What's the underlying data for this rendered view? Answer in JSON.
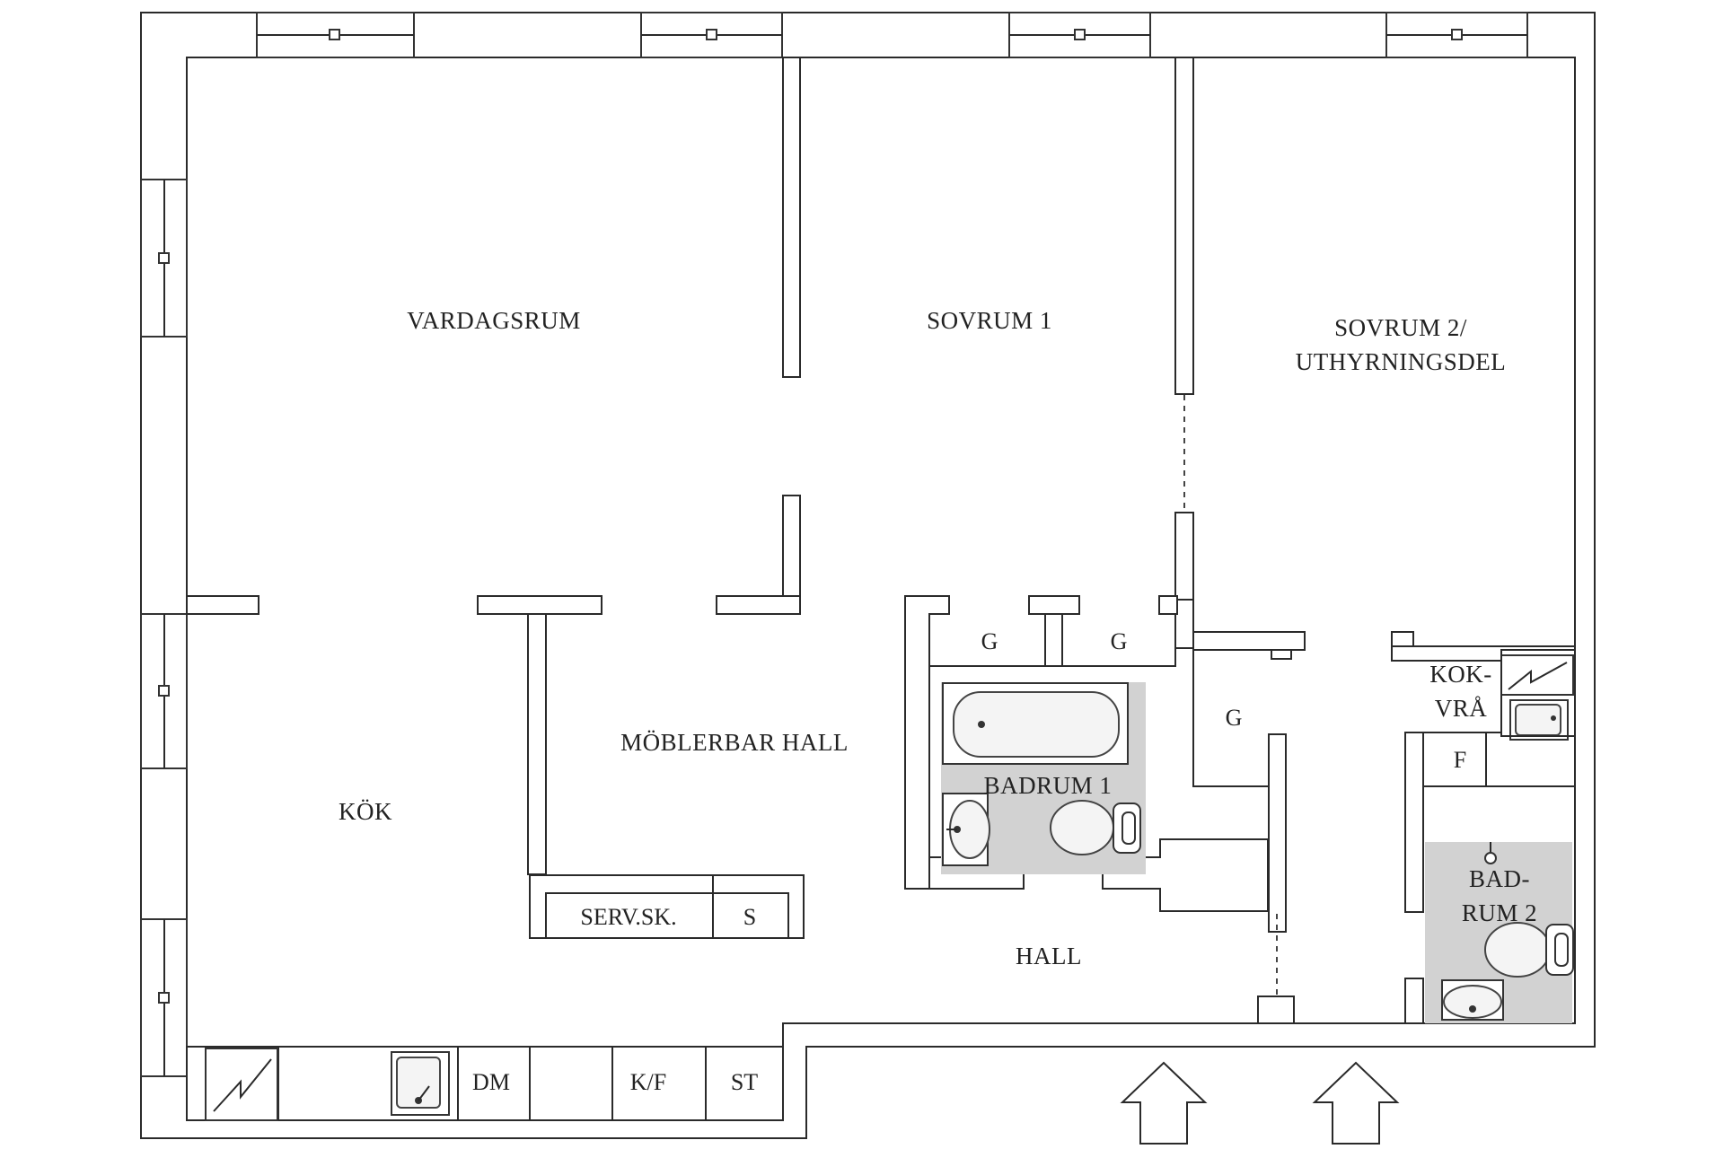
{
  "rooms": {
    "vardagsrum": "VARDAGSRUM",
    "sovrum1": "SOVRUM 1",
    "sovrum2_line1": "SOVRUM 2/",
    "sovrum2_line2": "UTHYRNINGSDEL",
    "kok": "KÖK",
    "moblerbar_hall": "MÖBLERBAR HALL",
    "badrum1": "BADRUM 1",
    "hall": "HALL",
    "kokvra_line1": "KOK-",
    "kokvra_line2": "VRÅ",
    "badrum2_line1": "BAD-",
    "badrum2_line2": "RUM 2"
  },
  "storage": {
    "g_left": "G",
    "g_right": "G",
    "g_hall": "G",
    "serv_sk": "SERV.SK.",
    "s": "S",
    "f": "F",
    "dm": "DM",
    "kf": "K/F",
    "st": "ST"
  },
  "colors": {
    "wet_room": "#d2d2d2",
    "lines": "#2a2a2a"
  }
}
